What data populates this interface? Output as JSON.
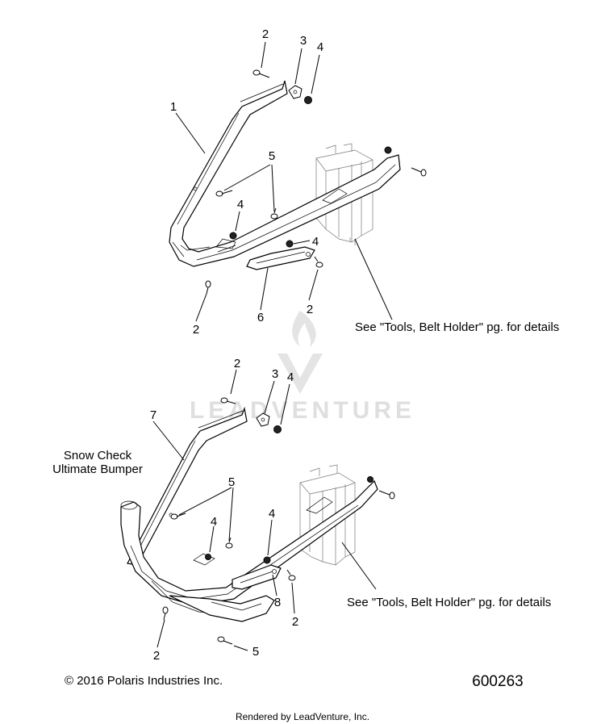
{
  "watermark": "LEADVENTURE",
  "top_assembly": {
    "callouts": [
      {
        "key": "c1",
        "text": "2"
      },
      {
        "key": "c2",
        "text": "3"
      },
      {
        "key": "c3",
        "text": "4"
      },
      {
        "key": "c4",
        "text": "1"
      },
      {
        "key": "c5",
        "text": "5"
      },
      {
        "key": "c6",
        "text": "4"
      },
      {
        "key": "c7",
        "text": "4"
      },
      {
        "key": "c8",
        "text": "2"
      },
      {
        "key": "c9",
        "text": "6"
      },
      {
        "key": "c10",
        "text": "2"
      }
    ],
    "note": "See \"Tools, Belt Holder\" pg. for details"
  },
  "bottom_assembly": {
    "label_line1": "Snow Check",
    "label_line2": "Ultimate Bumper",
    "callouts": [
      {
        "key": "c1",
        "text": "2"
      },
      {
        "key": "c2",
        "text": "3"
      },
      {
        "key": "c3",
        "text": "4"
      },
      {
        "key": "c4",
        "text": "7"
      },
      {
        "key": "c5",
        "text": "5"
      },
      {
        "key": "c6",
        "text": "4"
      },
      {
        "key": "c7",
        "text": "4"
      },
      {
        "key": "c8",
        "text": "8"
      },
      {
        "key": "c9",
        "text": "2"
      },
      {
        "key": "c10",
        "text": "2"
      },
      {
        "key": "c11",
        "text": "5"
      }
    ],
    "note": "See \"Tools, Belt Holder\" pg. for details"
  },
  "footer": {
    "copyright": "© 2016 Polaris Industries Inc.",
    "part_number": "600263",
    "rendered_by": "Rendered by LeadVenture, Inc."
  }
}
